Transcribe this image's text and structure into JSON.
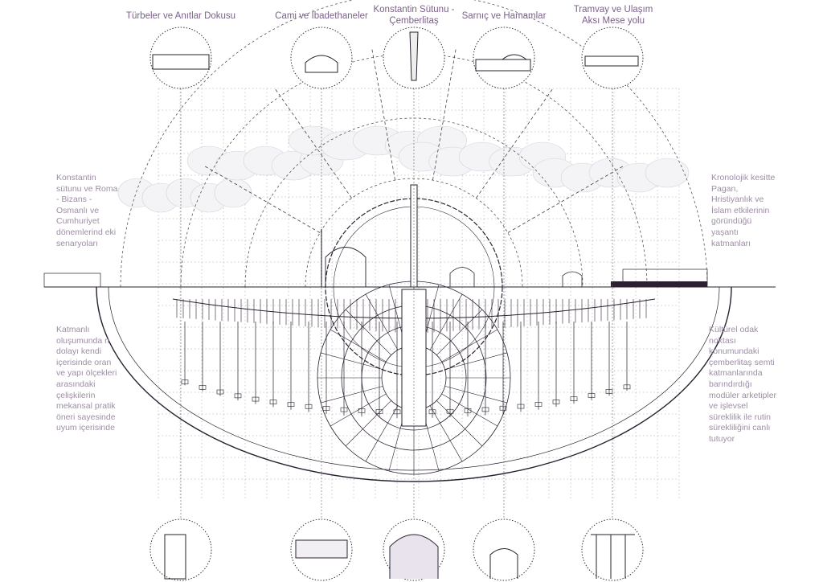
{
  "top_labels": [
    {
      "text": "Türbeler ve Anıtlar Dokusu"
    },
    {
      "text": "Cami ve İbadethaneler"
    },
    {
      "text": "Konstantin Sütunu - Çemberlitaş"
    },
    {
      "text": "Sarnıç ve Hamamlar"
    },
    {
      "text": "Tramvay ve Ulaşım Aksı  Mese yolu"
    }
  ],
  "left_texts": {
    "upper": "Konstantin sütunu ve Roma - Bizans - Osmanlı ve Cumhuriyet dönemlerind eki senaryoları",
    "lower": "Katmanlı oluşumunda n dolayı kendi içerisinde oran ve yapı ölçekleri arasındaki çelişkilerin mekansal pratik öneri sayesinde uyum içerisinde"
  },
  "right_texts": {
    "upper": "Kronolojik kesitte Pagan, Hristiyanlık ve İslam etkilerinin göründüğü yaşantı katmanları",
    "lower": "Kültürel odak noktası konumundaki çemberlitaş semti katmanlarında barındırdığı modüler arketipler ve işlevsel süreklilik ile rutin sürekliliğini canlı tutuyor"
  },
  "colors": {
    "label": "#7d5f8c",
    "side_text": "#9d8ea4",
    "line": "#2a2030",
    "accent": "#6b4a7a"
  }
}
